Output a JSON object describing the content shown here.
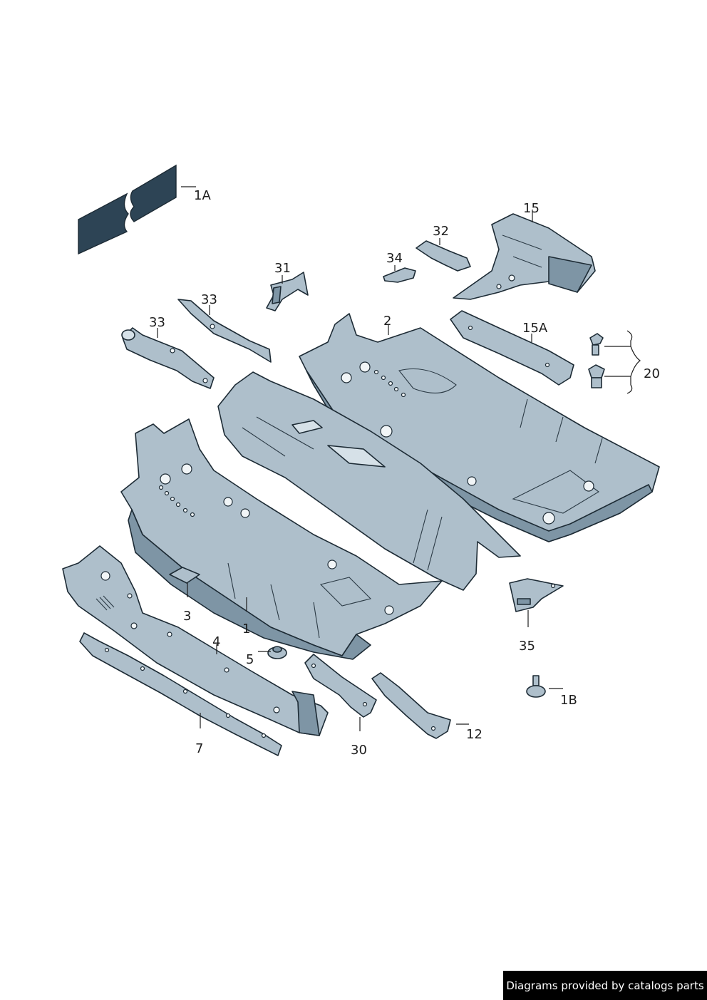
{
  "callouts": {
    "c1A": "1A",
    "c15": "15",
    "c32": "32",
    "c34": "34",
    "c31": "31",
    "c33a": "33",
    "c33b": "33",
    "c2": "2",
    "c15A": "15A",
    "c20": "20",
    "c3": "3",
    "c1": "1",
    "c4": "4",
    "c5": "5",
    "c35": "35",
    "c7": "7",
    "c30": "30",
    "c12": "12",
    "c1B": "1B"
  },
  "credit": "Diagrams provided by catalogs parts",
  "colors": {
    "part": "#aebfcb",
    "outline": "#1d2b35",
    "credit_bg": "#000000"
  }
}
